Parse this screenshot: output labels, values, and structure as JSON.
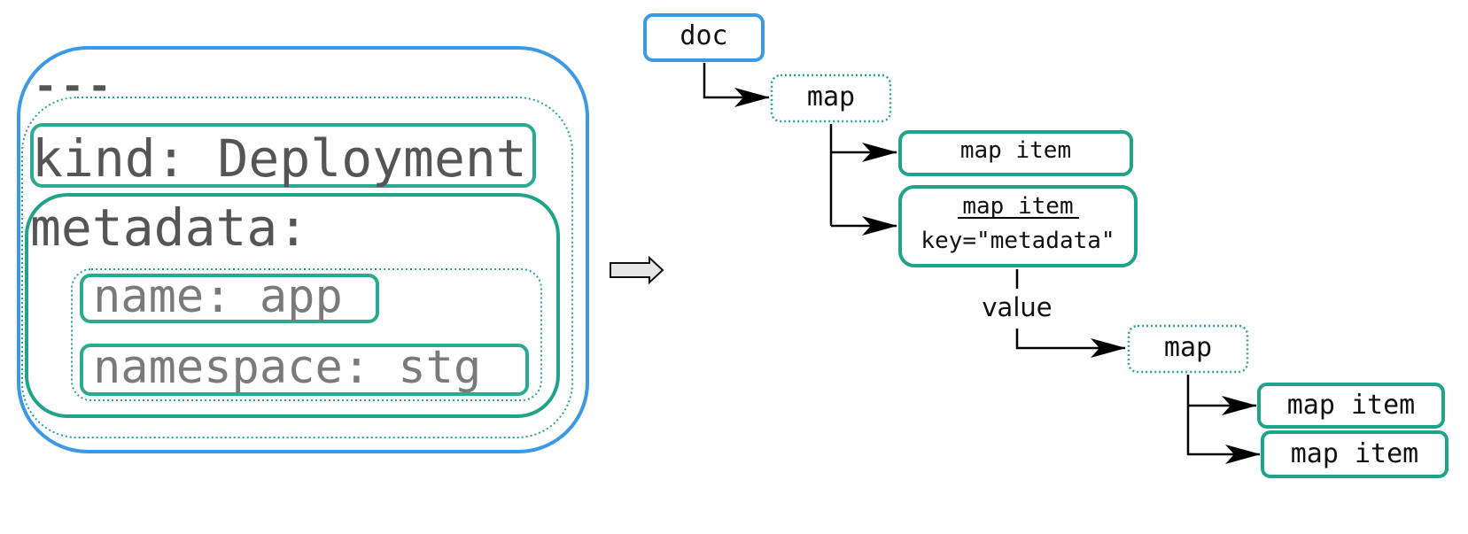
{
  "colors": {
    "document": "#3b99e6",
    "map_item": "#1fa38a",
    "map_dotted": "#2aa390",
    "arrow": "#000000",
    "transform_arrow_fill": "#e6e6e6"
  },
  "yaml_source": {
    "doc_separator": "---",
    "lines": {
      "kind": "kind: Deployment",
      "metadata": "metadata:",
      "name": "name: app",
      "namespace": "namespace: stg"
    }
  },
  "tree": {
    "doc": {
      "label": "doc"
    },
    "root_map": {
      "label": "map"
    },
    "item_kind": {
      "label": "map item"
    },
    "item_metadata": {
      "label": "map item",
      "key_label": "key=\"metadata\""
    },
    "value_edge": {
      "label": "value"
    },
    "nested_map": {
      "label": "map"
    },
    "nested_item_1": {
      "label": "map item"
    },
    "nested_item_2": {
      "label": "map item"
    }
  }
}
